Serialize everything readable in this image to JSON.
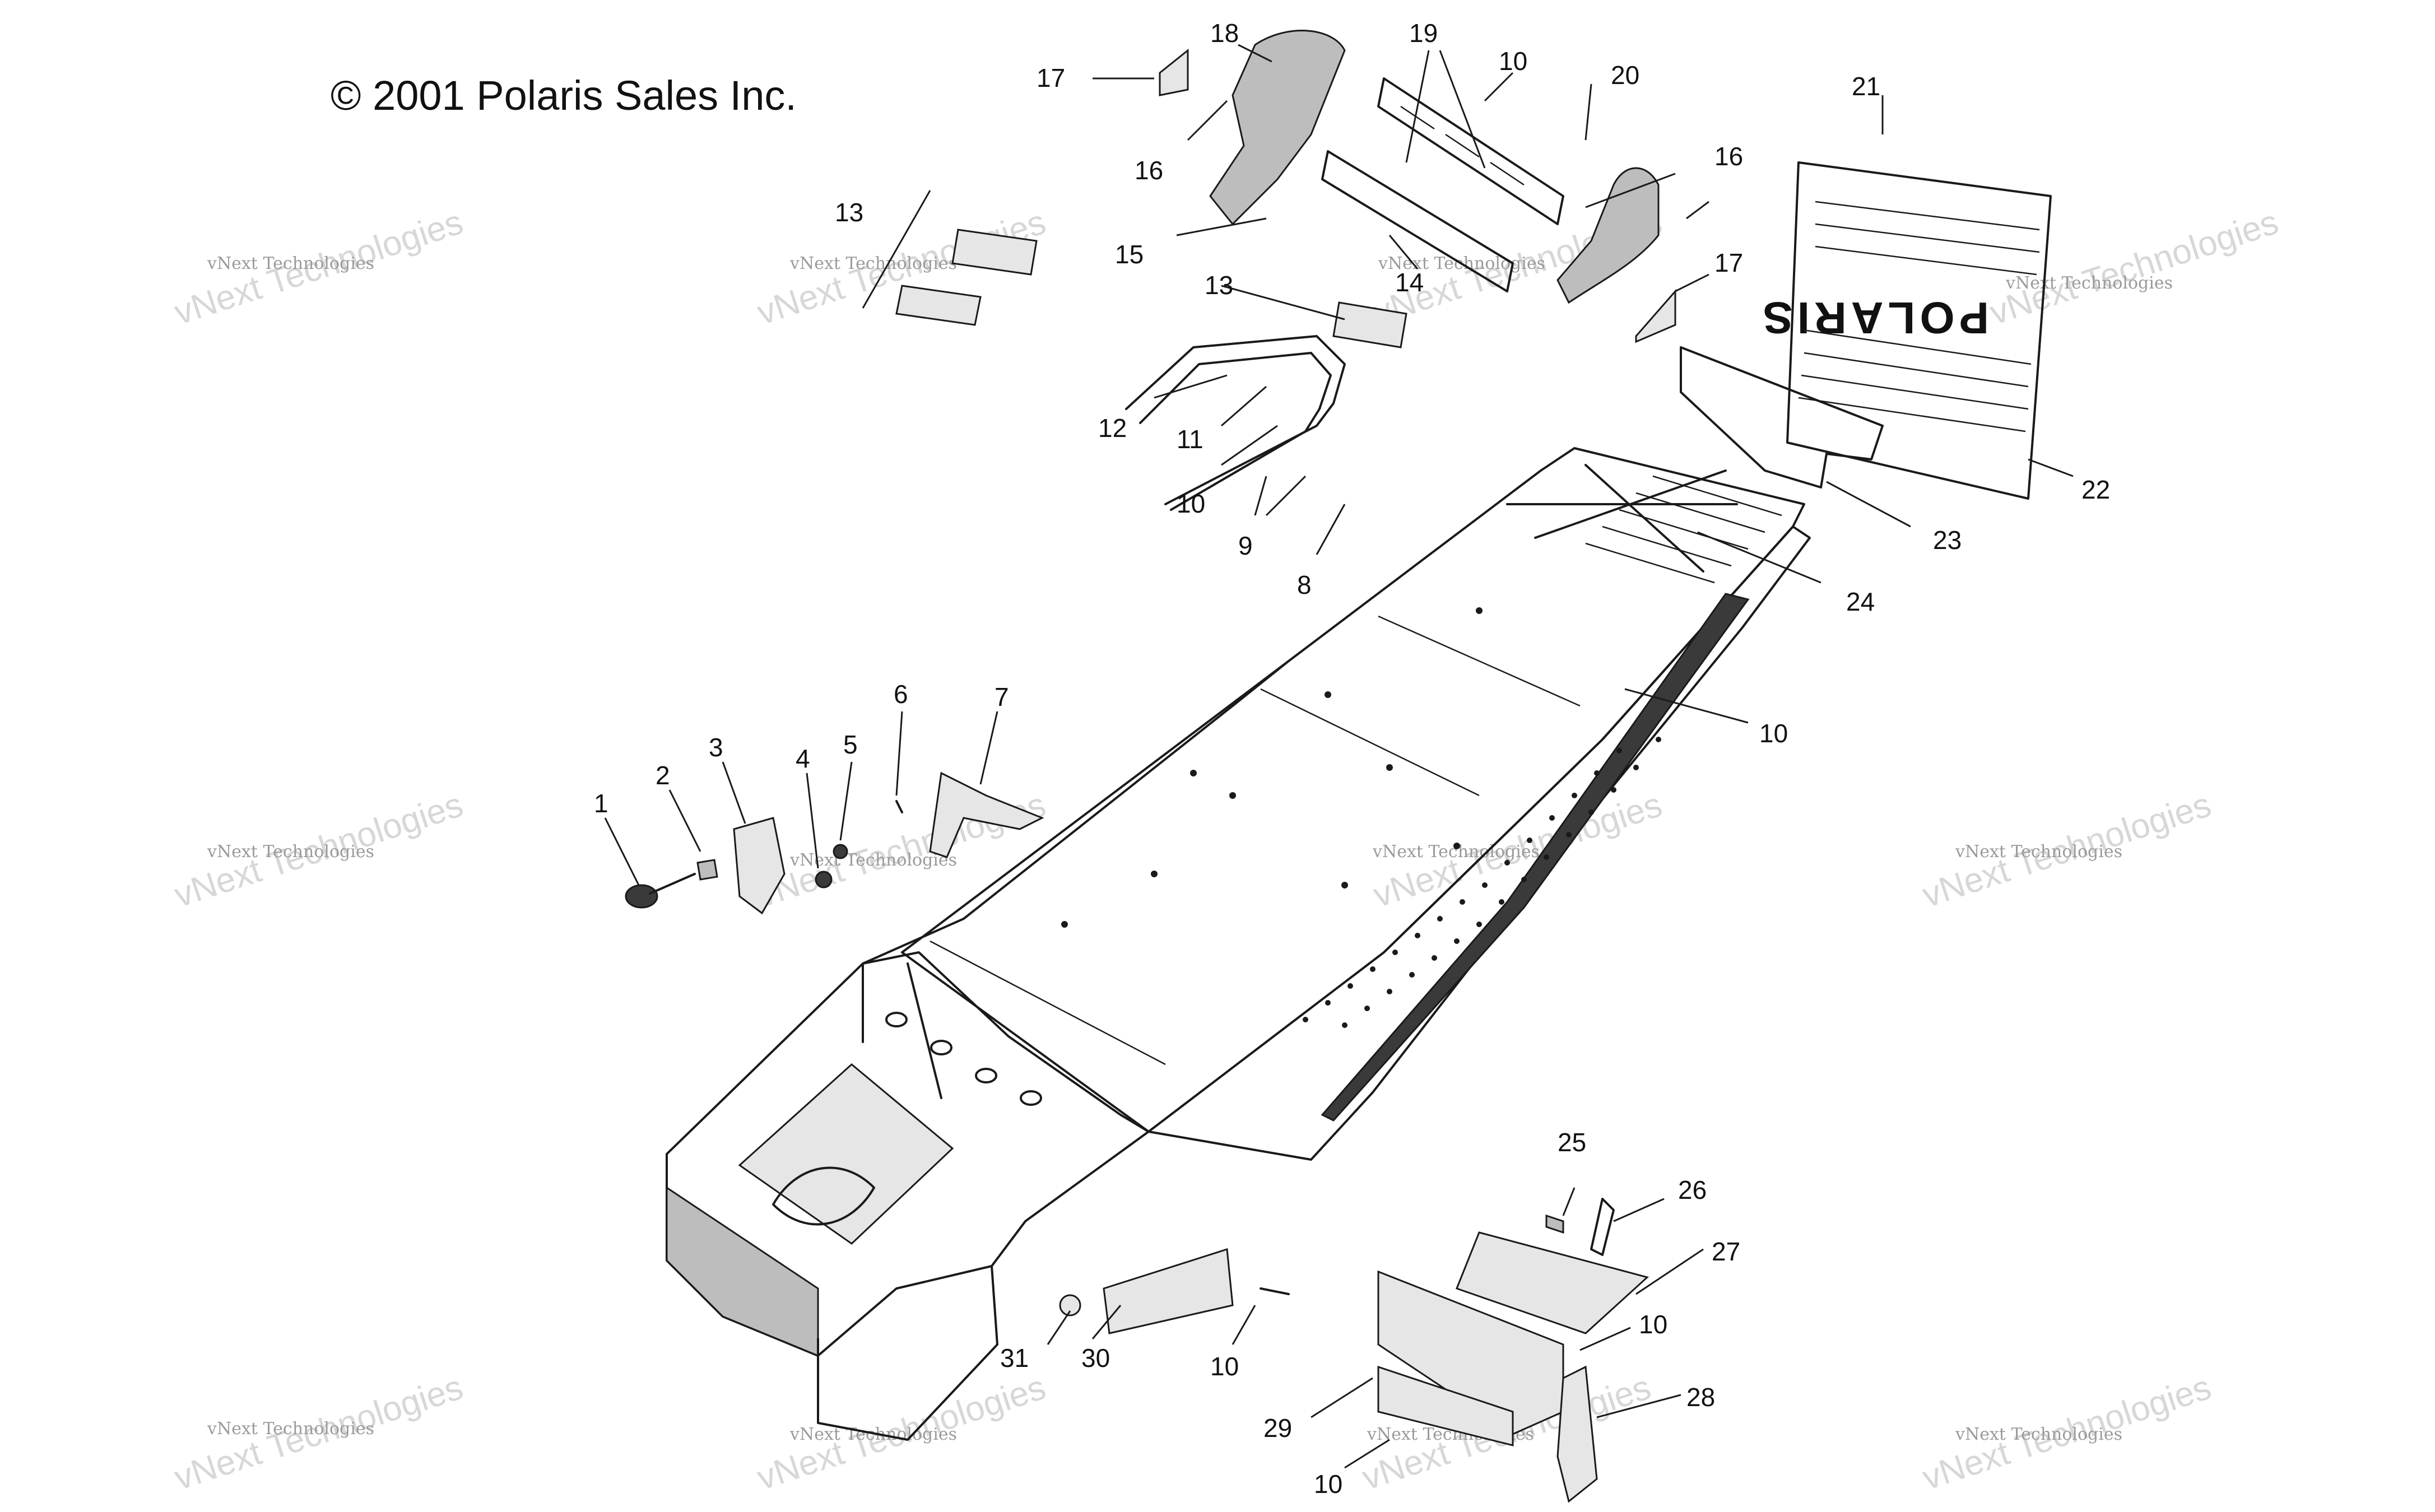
{
  "copyright": "© 2001 Polaris Sales Inc.",
  "watermark": {
    "small": "vNext Technologies",
    "large": "vNext Technologies"
  },
  "callouts": [
    "1",
    "2",
    "3",
    "4",
    "5",
    "6",
    "7",
    "8",
    "9",
    "10",
    "11",
    "12",
    "13",
    "14",
    "15",
    "16",
    "17",
    "18",
    "19",
    "20",
    "21",
    "22",
    "23",
    "24",
    "25",
    "26",
    "27",
    "28",
    "29",
    "30",
    "31"
  ],
  "flap_logo": "POLARIS"
}
